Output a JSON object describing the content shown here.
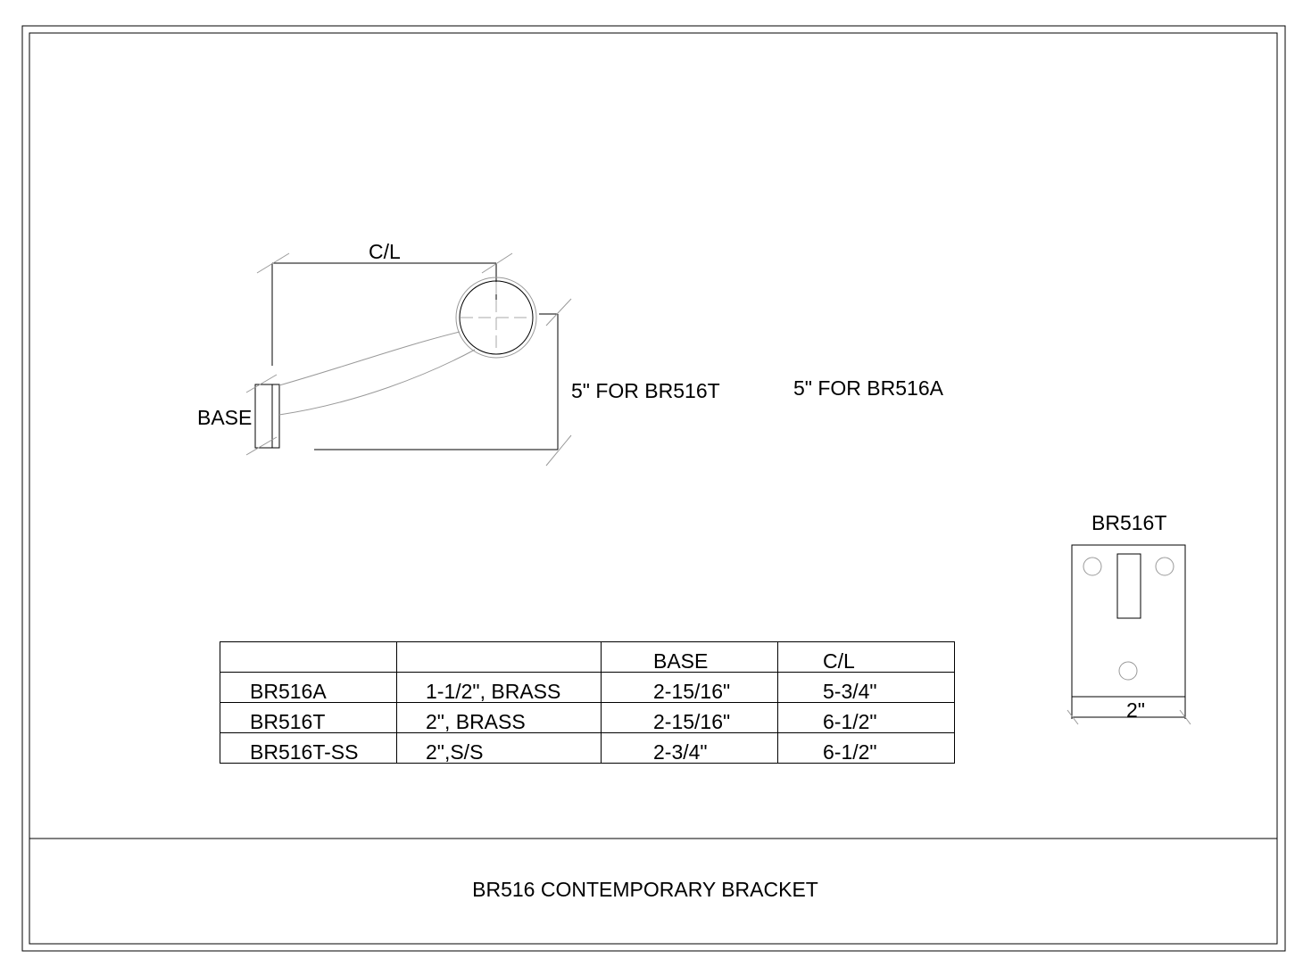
{
  "drawing": {
    "title": "BR516 CONTEMPORARY BRACKET",
    "side_view": {
      "centerline_label": "C/L",
      "base_label": "BASE",
      "dim_label_t": "5\" FOR BR516T",
      "dim_label_a": "5\" FOR BR516A"
    },
    "base_view": {
      "title": "BR516T",
      "width_label": "2\""
    }
  },
  "spec_table": {
    "headers": [
      "",
      "",
      "BASE",
      "C/L"
    ],
    "rows": [
      [
        "BR516A",
        "1-1/2\", BRASS",
        "2-15/16\"",
        "5-3/4\""
      ],
      [
        "BR516T",
        "2\", BRASS",
        "2-15/16\"",
        "6-1/2\""
      ],
      [
        "BR516T-SS",
        "2\",S/S",
        "2-3/4\"",
        "6-1/2\""
      ]
    ]
  }
}
